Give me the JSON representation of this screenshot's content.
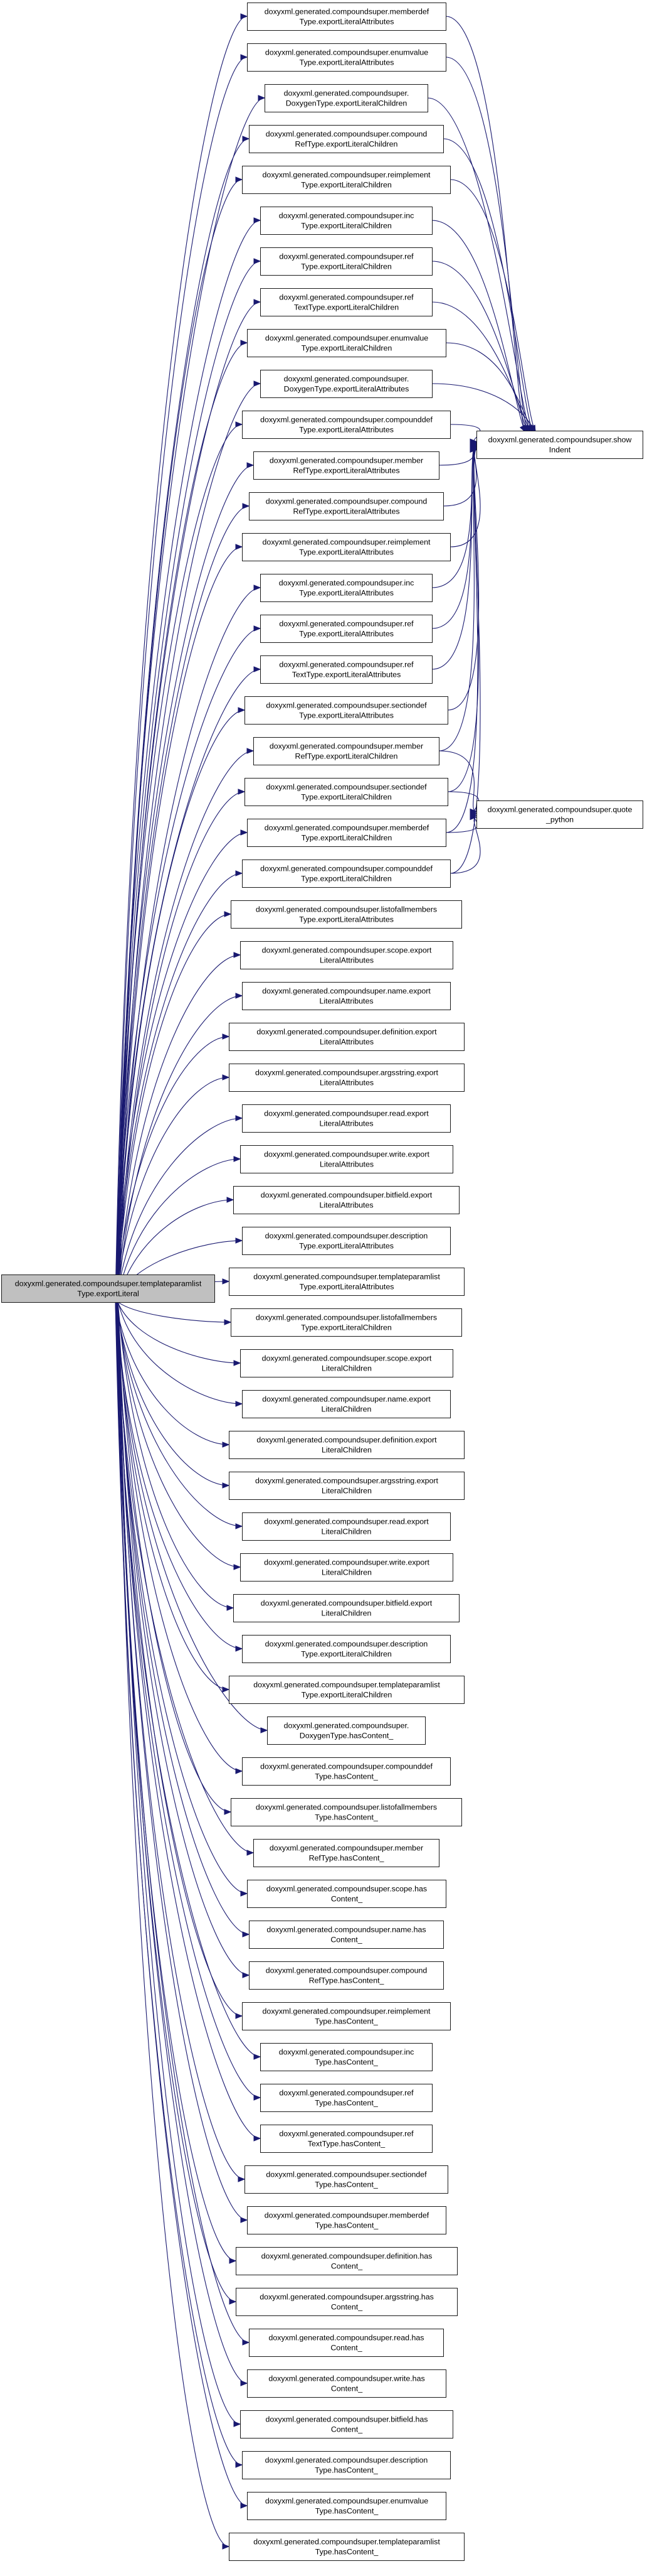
{
  "graph": {
    "root": {
      "id": "root",
      "lines": [
        "doxyxml.generated.compoundsuper.templateparamlist",
        "Type.exportLiteral"
      ]
    },
    "targets": [
      {
        "id": "t_showindent",
        "lines": [
          "doxyxml.generated.compoundsuper.show",
          "Indent"
        ]
      },
      {
        "id": "t_quotepython",
        "lines": [
          "doxyxml.generated.compoundsuper.quote",
          "_python"
        ]
      }
    ],
    "nodes": [
      {
        "id": "n0",
        "lines": [
          "doxyxml.generated.compoundsuper.memberdef",
          "Type.exportLiteralAttributes"
        ],
        "calls": [
          "t_showindent"
        ]
      },
      {
        "id": "n1",
        "lines": [
          "doxyxml.generated.compoundsuper.enumvalue",
          "Type.exportLiteralAttributes"
        ],
        "calls": [
          "t_showindent"
        ]
      },
      {
        "id": "n2",
        "lines": [
          "doxyxml.generated.compoundsuper.",
          "DoxygenType.exportLiteralChildren"
        ],
        "calls": [
          "t_showindent"
        ]
      },
      {
        "id": "n3",
        "lines": [
          "doxyxml.generated.compoundsuper.compound",
          "RefType.exportLiteralChildren"
        ],
        "calls": [
          "t_showindent"
        ]
      },
      {
        "id": "n4",
        "lines": [
          "doxyxml.generated.compoundsuper.reimplement",
          "Type.exportLiteralChildren"
        ],
        "calls": [
          "t_showindent"
        ]
      },
      {
        "id": "n5",
        "lines": [
          "doxyxml.generated.compoundsuper.inc",
          "Type.exportLiteralChildren"
        ],
        "calls": [
          "t_showindent"
        ]
      },
      {
        "id": "n6",
        "lines": [
          "doxyxml.generated.compoundsuper.ref",
          "Type.exportLiteralChildren"
        ],
        "calls": [
          "t_showindent"
        ]
      },
      {
        "id": "n7",
        "lines": [
          "doxyxml.generated.compoundsuper.ref",
          "TextType.exportLiteralChildren"
        ],
        "calls": [
          "t_showindent"
        ]
      },
      {
        "id": "n8",
        "lines": [
          "doxyxml.generated.compoundsuper.enumvalue",
          "Type.exportLiteralChildren"
        ],
        "calls": [
          "t_showindent"
        ]
      },
      {
        "id": "n9",
        "lines": [
          "doxyxml.generated.compoundsuper.",
          "DoxygenType.exportLiteralAttributes"
        ],
        "calls": [
          "t_showindent"
        ]
      },
      {
        "id": "n10",
        "lines": [
          "doxyxml.generated.compoundsuper.compounddef",
          "Type.exportLiteralAttributes"
        ],
        "calls": [
          "t_showindent"
        ]
      },
      {
        "id": "n11",
        "lines": [
          "doxyxml.generated.compoundsuper.member",
          "RefType.exportLiteralAttributes"
        ],
        "calls": [
          "t_showindent"
        ]
      },
      {
        "id": "n12",
        "lines": [
          "doxyxml.generated.compoundsuper.compound",
          "RefType.exportLiteralAttributes"
        ],
        "calls": [
          "t_showindent"
        ]
      },
      {
        "id": "n13",
        "lines": [
          "doxyxml.generated.compoundsuper.reimplement",
          "Type.exportLiteralAttributes"
        ],
        "calls": [
          "t_showindent"
        ]
      },
      {
        "id": "n14",
        "lines": [
          "doxyxml.generated.compoundsuper.inc",
          "Type.exportLiteralAttributes"
        ],
        "calls": [
          "t_showindent"
        ]
      },
      {
        "id": "n15",
        "lines": [
          "doxyxml.generated.compoundsuper.ref",
          "Type.exportLiteralAttributes"
        ],
        "calls": [
          "t_showindent"
        ]
      },
      {
        "id": "n16",
        "lines": [
          "doxyxml.generated.compoundsuper.ref",
          "TextType.exportLiteralAttributes"
        ],
        "calls": [
          "t_showindent"
        ]
      },
      {
        "id": "n17",
        "lines": [
          "doxyxml.generated.compoundsuper.sectiondef",
          "Type.exportLiteralAttributes"
        ],
        "calls": [
          "t_showindent"
        ]
      },
      {
        "id": "n18",
        "lines": [
          "doxyxml.generated.compoundsuper.member",
          "RefType.exportLiteralChildren"
        ],
        "calls": [
          "t_showindent",
          "t_quotepython"
        ]
      },
      {
        "id": "n19",
        "lines": [
          "doxyxml.generated.compoundsuper.sectiondef",
          "Type.exportLiteralChildren"
        ],
        "calls": [
          "t_showindent",
          "t_quotepython"
        ]
      },
      {
        "id": "n20",
        "lines": [
          "doxyxml.generated.compoundsuper.memberdef",
          "Type.exportLiteralChildren"
        ],
        "calls": [
          "t_showindent",
          "t_quotepython"
        ]
      },
      {
        "id": "n21",
        "lines": [
          "doxyxml.generated.compoundsuper.compounddef",
          "Type.exportLiteralChildren"
        ],
        "calls": [
          "t_showindent",
          "t_quotepython"
        ]
      },
      {
        "id": "n22",
        "lines": [
          "doxyxml.generated.compoundsuper.listofallmembers",
          "Type.exportLiteralAttributes"
        ],
        "calls": []
      },
      {
        "id": "n23",
        "lines": [
          "doxyxml.generated.compoundsuper.scope.export",
          "LiteralAttributes"
        ],
        "calls": []
      },
      {
        "id": "n24",
        "lines": [
          "doxyxml.generated.compoundsuper.name.export",
          "LiteralAttributes"
        ],
        "calls": []
      },
      {
        "id": "n25",
        "lines": [
          "doxyxml.generated.compoundsuper.definition.export",
          "LiteralAttributes"
        ],
        "calls": []
      },
      {
        "id": "n26",
        "lines": [
          "doxyxml.generated.compoundsuper.argsstring.export",
          "LiteralAttributes"
        ],
        "calls": []
      },
      {
        "id": "n27",
        "lines": [
          "doxyxml.generated.compoundsuper.read.export",
          "LiteralAttributes"
        ],
        "calls": []
      },
      {
        "id": "n28",
        "lines": [
          "doxyxml.generated.compoundsuper.write.export",
          "LiteralAttributes"
        ],
        "calls": []
      },
      {
        "id": "n29",
        "lines": [
          "doxyxml.generated.compoundsuper.bitfield.export",
          "LiteralAttributes"
        ],
        "calls": []
      },
      {
        "id": "n30",
        "lines": [
          "doxyxml.generated.compoundsuper.description",
          "Type.exportLiteralAttributes"
        ],
        "calls": []
      },
      {
        "id": "n31",
        "lines": [
          "doxyxml.generated.compoundsuper.templateparamlist",
          "Type.exportLiteralAttributes"
        ],
        "calls": []
      },
      {
        "id": "n32",
        "lines": [
          "doxyxml.generated.compoundsuper.listofallmembers",
          "Type.exportLiteralChildren"
        ],
        "calls": []
      },
      {
        "id": "n33",
        "lines": [
          "doxyxml.generated.compoundsuper.scope.export",
          "LiteralChildren"
        ],
        "calls": []
      },
      {
        "id": "n34",
        "lines": [
          "doxyxml.generated.compoundsuper.name.export",
          "LiteralChildren"
        ],
        "calls": []
      },
      {
        "id": "n35",
        "lines": [
          "doxyxml.generated.compoundsuper.definition.export",
          "LiteralChildren"
        ],
        "calls": []
      },
      {
        "id": "n36",
        "lines": [
          "doxyxml.generated.compoundsuper.argsstring.export",
          "LiteralChildren"
        ],
        "calls": []
      },
      {
        "id": "n37",
        "lines": [
          "doxyxml.generated.compoundsuper.read.export",
          "LiteralChildren"
        ],
        "calls": []
      },
      {
        "id": "n38",
        "lines": [
          "doxyxml.generated.compoundsuper.write.export",
          "LiteralChildren"
        ],
        "calls": []
      },
      {
        "id": "n39",
        "lines": [
          "doxyxml.generated.compoundsuper.bitfield.export",
          "LiteralChildren"
        ],
        "calls": []
      },
      {
        "id": "n40",
        "lines": [
          "doxyxml.generated.compoundsuper.description",
          "Type.exportLiteralChildren"
        ],
        "calls": []
      },
      {
        "id": "n41",
        "lines": [
          "doxyxml.generated.compoundsuper.templateparamlist",
          "Type.exportLiteralChildren"
        ],
        "calls": []
      },
      {
        "id": "n42",
        "lines": [
          "doxyxml.generated.compoundsuper.",
          "DoxygenType.hasContent_"
        ],
        "calls": []
      },
      {
        "id": "n43",
        "lines": [
          "doxyxml.generated.compoundsuper.compounddef",
          "Type.hasContent_"
        ],
        "calls": []
      },
      {
        "id": "n44",
        "lines": [
          "doxyxml.generated.compoundsuper.listofallmembers",
          "Type.hasContent_"
        ],
        "calls": []
      },
      {
        "id": "n45",
        "lines": [
          "doxyxml.generated.compoundsuper.member",
          "RefType.hasContent_"
        ],
        "calls": []
      },
      {
        "id": "n46",
        "lines": [
          "doxyxml.generated.compoundsuper.scope.has",
          "Content_"
        ],
        "calls": []
      },
      {
        "id": "n47",
        "lines": [
          "doxyxml.generated.compoundsuper.name.has",
          "Content_"
        ],
        "calls": []
      },
      {
        "id": "n48",
        "lines": [
          "doxyxml.generated.compoundsuper.compound",
          "RefType.hasContent_"
        ],
        "calls": []
      },
      {
        "id": "n49",
        "lines": [
          "doxyxml.generated.compoundsuper.reimplement",
          "Type.hasContent_"
        ],
        "calls": []
      },
      {
        "id": "n50",
        "lines": [
          "doxyxml.generated.compoundsuper.inc",
          "Type.hasContent_"
        ],
        "calls": []
      },
      {
        "id": "n51",
        "lines": [
          "doxyxml.generated.compoundsuper.ref",
          "Type.hasContent_"
        ],
        "calls": []
      },
      {
        "id": "n52",
        "lines": [
          "doxyxml.generated.compoundsuper.ref",
          "TextType.hasContent_"
        ],
        "calls": []
      },
      {
        "id": "n53",
        "lines": [
          "doxyxml.generated.compoundsuper.sectiondef",
          "Type.hasContent_"
        ],
        "calls": []
      },
      {
        "id": "n54",
        "lines": [
          "doxyxml.generated.compoundsuper.memberdef",
          "Type.hasContent_"
        ],
        "calls": []
      },
      {
        "id": "n55",
        "lines": [
          "doxyxml.generated.compoundsuper.definition.has",
          "Content_"
        ],
        "calls": []
      },
      {
        "id": "n56",
        "lines": [
          "doxyxml.generated.compoundsuper.argsstring.has",
          "Content_"
        ],
        "calls": []
      },
      {
        "id": "n57",
        "lines": [
          "doxyxml.generated.compoundsuper.read.has",
          "Content_"
        ],
        "calls": []
      },
      {
        "id": "n58",
        "lines": [
          "doxyxml.generated.compoundsuper.write.has",
          "Content_"
        ],
        "calls": []
      },
      {
        "id": "n59",
        "lines": [
          "doxyxml.generated.compoundsuper.bitfield.has",
          "Content_"
        ],
        "calls": []
      },
      {
        "id": "n60",
        "lines": [
          "doxyxml.generated.compoundsuper.description",
          "Type.hasContent_"
        ],
        "calls": []
      },
      {
        "id": "n61",
        "lines": [
          "doxyxml.generated.compoundsuper.enumvalue",
          "Type.hasContent_"
        ],
        "calls": []
      },
      {
        "id": "n62",
        "lines": [
          "doxyxml.generated.compoundsuper.templateparamlist",
          "Type.hasContent_"
        ],
        "calls": []
      }
    ],
    "colors": {
      "edge": "#191970",
      "root_fill": "#c0c0c0",
      "node_fill": "#ffffff",
      "node_border": "#1a1a1a"
    }
  }
}
